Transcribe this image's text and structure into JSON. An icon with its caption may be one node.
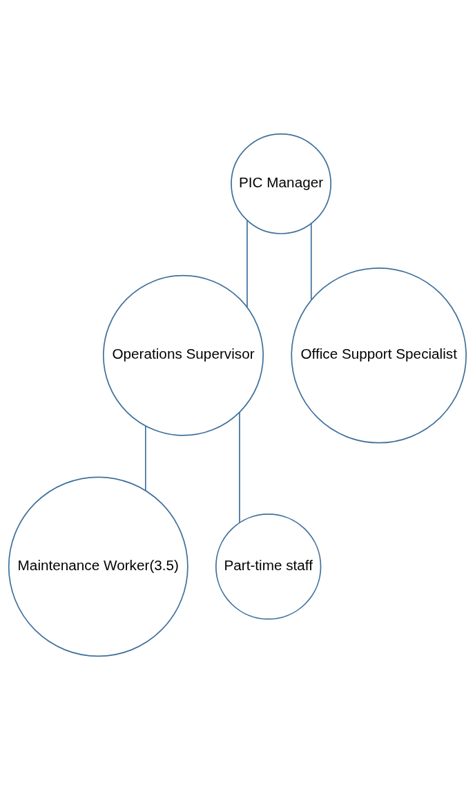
{
  "diagram": {
    "nodes": [
      {
        "text": [
          "PIC Manager"
        ]
      },
      {
        "text": [
          "Operations Supervisor"
        ]
      },
      {
        "text": [
          "Maintenance Worker(3.5)"
        ]
      },
      {
        "text": [
          "Part-time staff"
        ]
      },
      {
        "text": [
          "Office Support Specialist"
        ]
      }
    ],
    "edges": [
      {
        "from": 0,
        "to": 1,
        "arrow": "none"
      },
      {
        "from": 1,
        "to": 2,
        "arrow": "none"
      },
      {
        "from": 1,
        "to": 3,
        "arrow": "none"
      },
      {
        "from": 0,
        "to": 4,
        "arrow": "none"
      }
    ]
  }
}
